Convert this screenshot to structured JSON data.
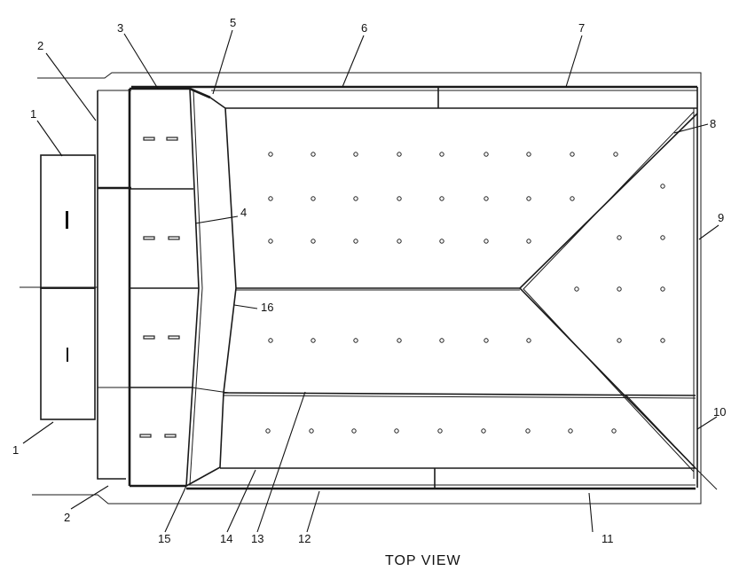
{
  "caption": "TOP VIEW",
  "reference_numerals": {
    "n1_top": "1",
    "n1_bottom": "1",
    "n2_top": "2",
    "n2_bottom": "2",
    "n3": "3",
    "n4": "4",
    "n5": "5",
    "n6": "6",
    "n7": "7",
    "n8": "8",
    "n9": "9",
    "n10": "10",
    "n11": "11",
    "n12": "12",
    "n13": "13",
    "n14": "14",
    "n15": "15",
    "n16": "16"
  }
}
